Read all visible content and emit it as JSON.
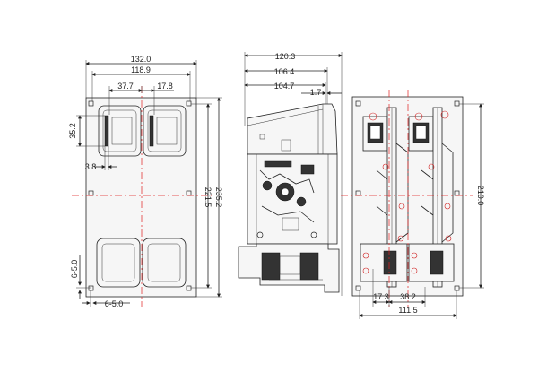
{
  "dimensions": {
    "front": {
      "overall_width": "132.0",
      "inner_width": "118.9",
      "left_offset": "37.7",
      "right_offset": "17.8",
      "window_height": "35.2",
      "small_offset": "3.8",
      "height_outer": "235.2",
      "height_inner": "221.5",
      "hole_vertical": "6-5.0",
      "hole_horizontal": "6-5.0"
    },
    "side": {
      "overall_width": "120.3",
      "width_a": "106.4",
      "width_b": "104.7",
      "offset": "1.7"
    },
    "back": {
      "height": "210.0",
      "left_offset": "17.3",
      "spacing": "38.2",
      "width": "111.5"
    }
  },
  "colors": {
    "line": "#222222",
    "centerline": "#e02020",
    "background": "#ffffff"
  }
}
